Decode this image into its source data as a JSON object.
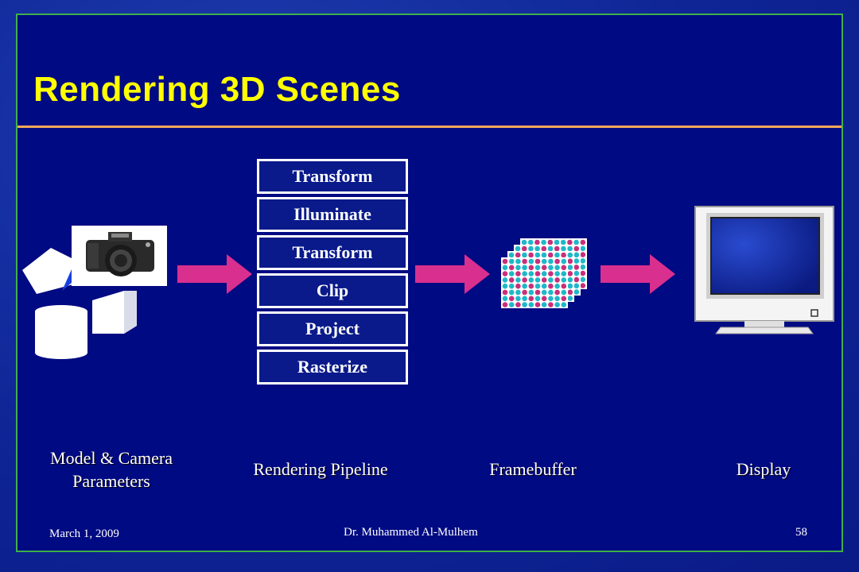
{
  "slide": {
    "title": "Rendering 3D Scenes",
    "pipeline_stages": [
      "Transform",
      "Illuminate",
      "Transform",
      "Clip",
      "Project",
      "Rasterize"
    ],
    "labels": {
      "model_line1": "Model & Camera",
      "model_line2": "Parameters",
      "pipeline": "Rendering Pipeline",
      "framebuffer": "Framebuffer",
      "display": "Display"
    },
    "footer": {
      "date": "March 1, 2009",
      "author": "Dr. Muhammed Al-Mulhem",
      "page": "58"
    },
    "colors": {
      "background": "#000a82",
      "title": "#ffff00",
      "arrow": "#d92f8f",
      "border": "#3fb04a",
      "rule": "#f0a95a",
      "pixel_cyan": "#1fb8c8",
      "pixel_magenta": "#c8307a"
    }
  }
}
